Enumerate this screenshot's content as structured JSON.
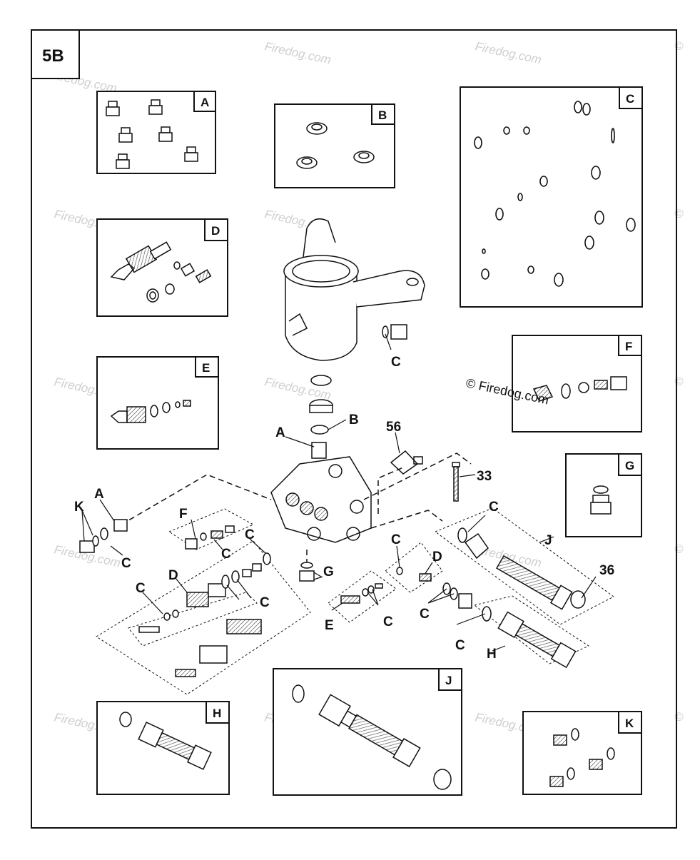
{
  "diagram_id": "5B",
  "watermark": "Firedog.com",
  "watermark_center": "© Firedog.com",
  "copyright_symbol": "©",
  "inset_labels": [
    "A",
    "B",
    "C",
    "D",
    "E",
    "F",
    "G",
    "H",
    "J",
    "K"
  ],
  "callouts": {
    "a": "A",
    "b": "B",
    "c": "C",
    "d": "D",
    "e": "E",
    "f": "F",
    "g": "G",
    "h": "H",
    "j": "J",
    "k": "K",
    "p56": "56",
    "p33": "33",
    "p36": "36"
  },
  "colors": {
    "line": "#111111",
    "watermark": "#cfcfcf",
    "background": "#ffffff"
  }
}
